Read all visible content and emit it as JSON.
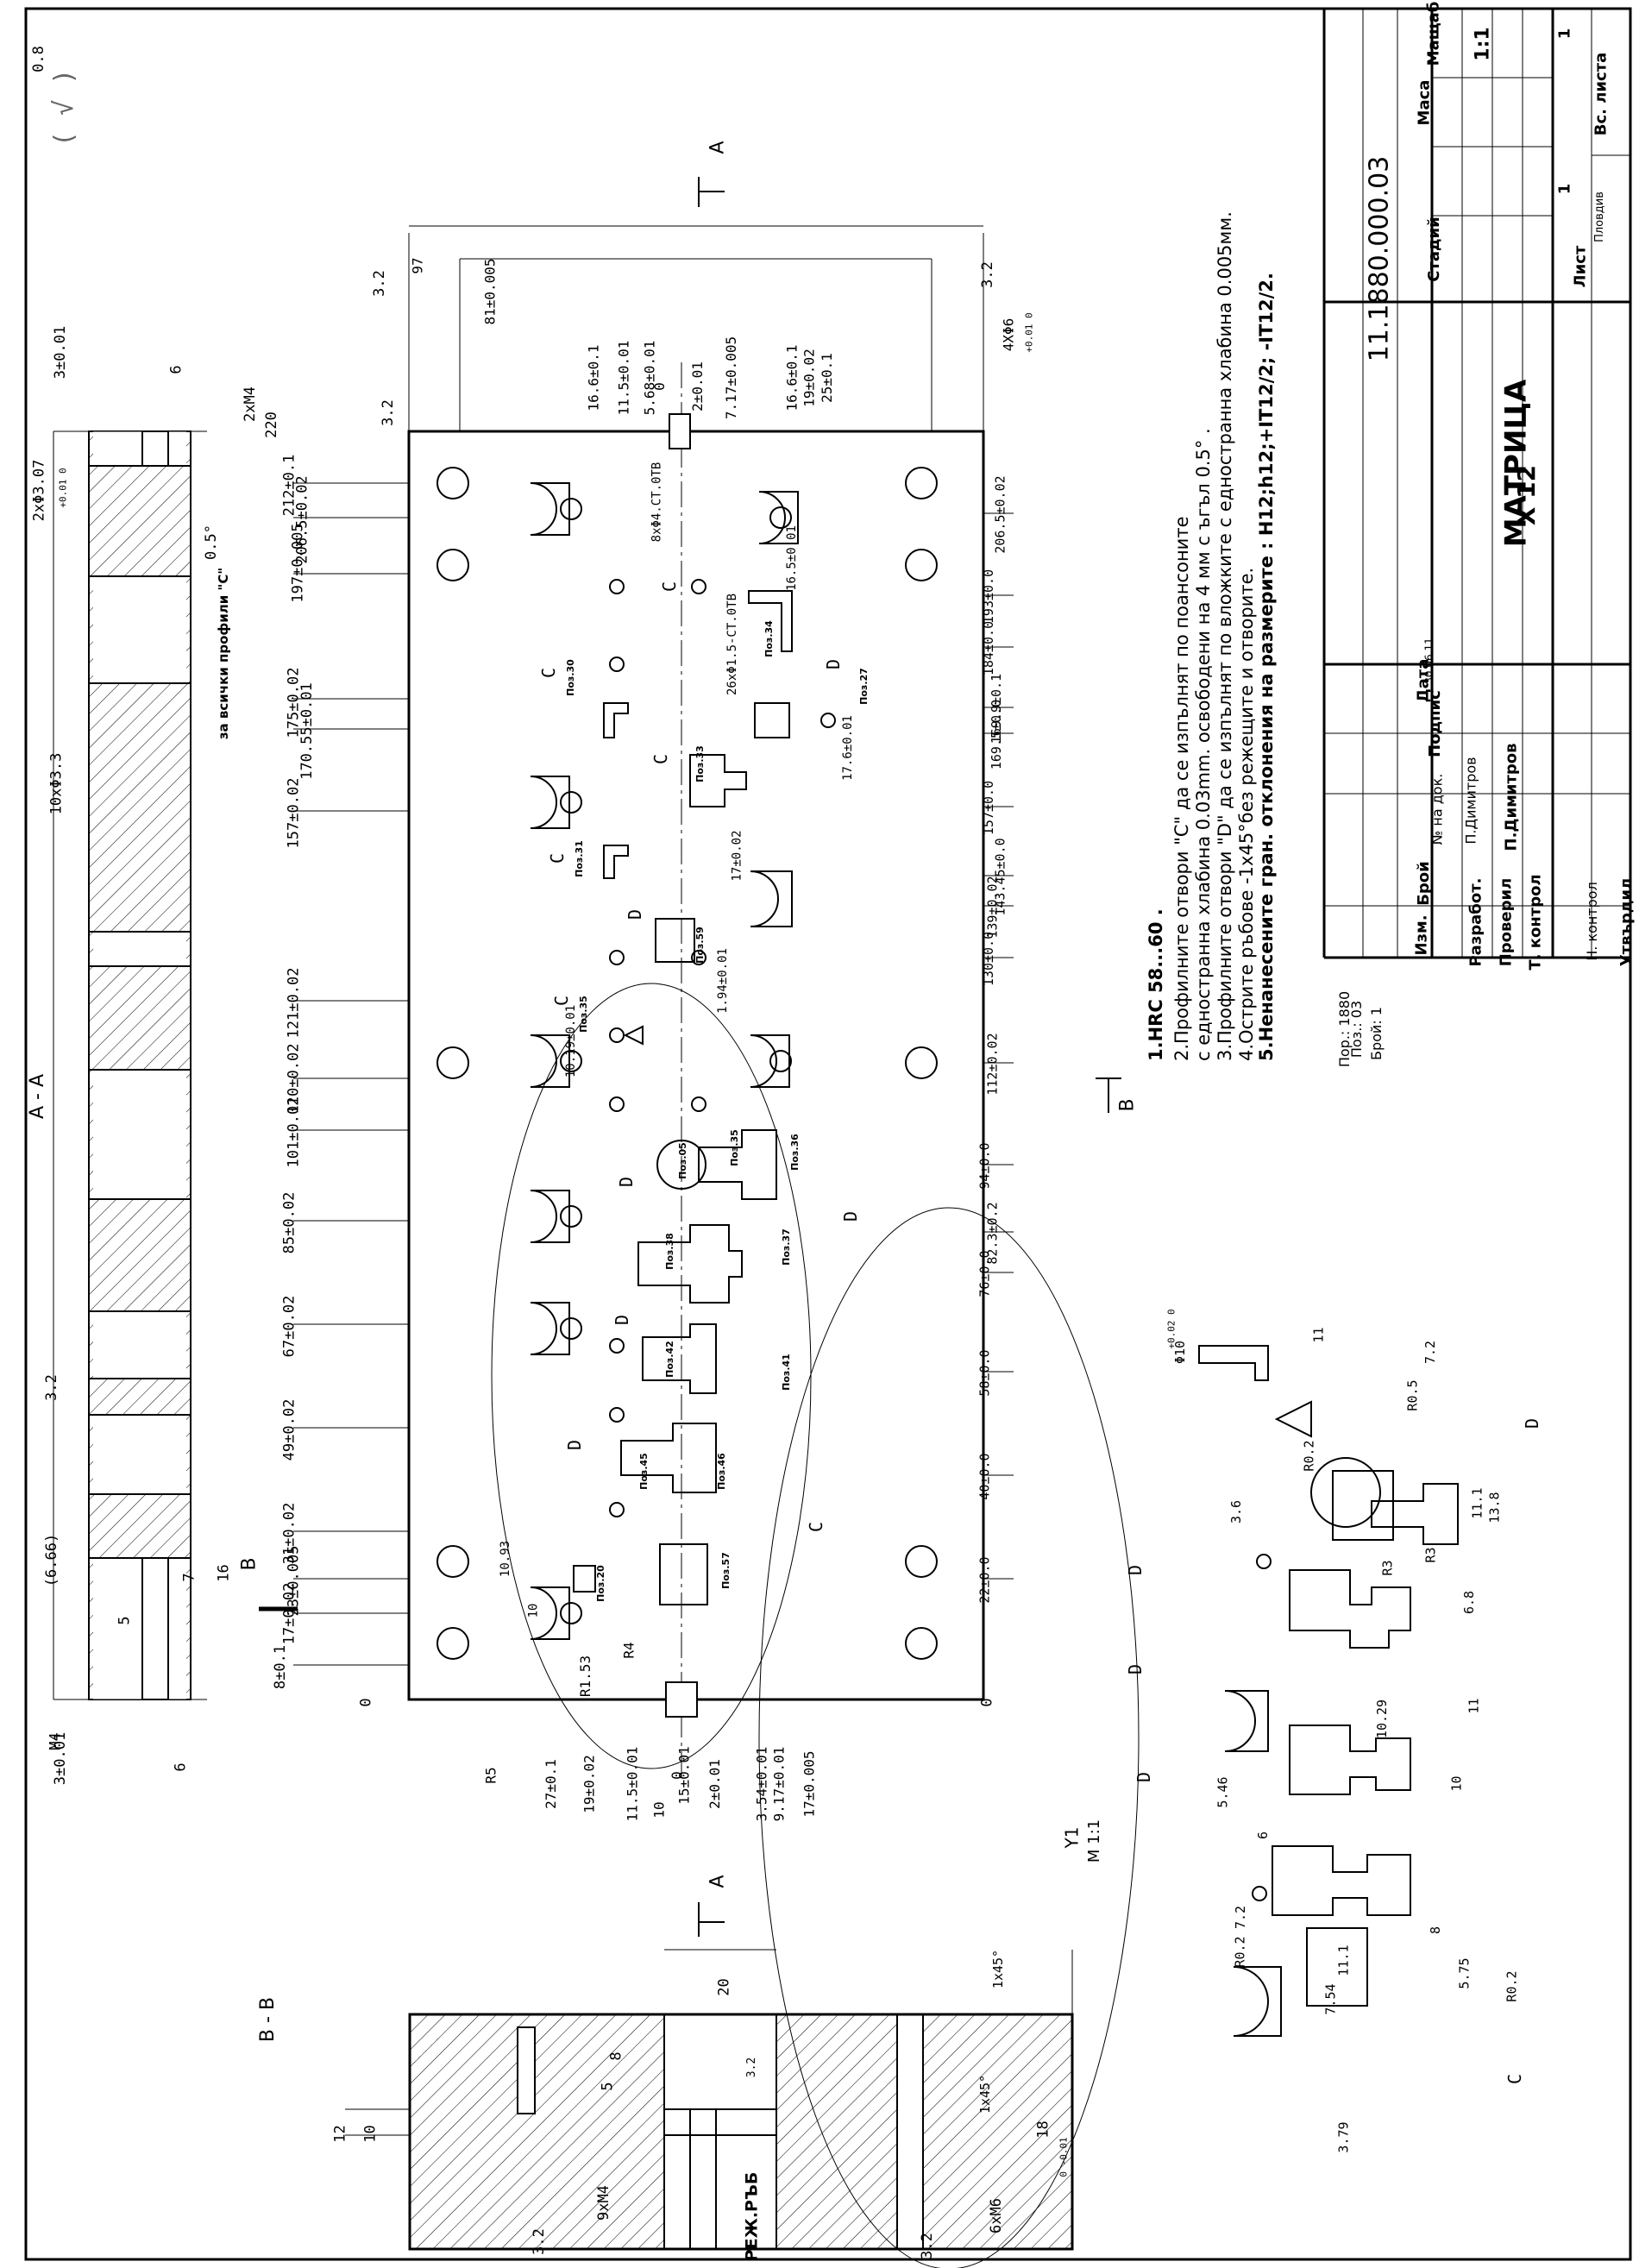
{
  "roughness": {
    "general": "0.8",
    "extra": "( √ )"
  },
  "sections": {
    "aa": "A - A",
    "bb": "B - B",
    "y1": "Y1",
    "y1_scale": "M 1:1",
    "cut_a": "A",
    "cut_b": "B"
  },
  "section_aa_dims": {
    "top_holes": "2xΦ3.07",
    "top_holes_tol": "+0.01 0",
    "angle": "0.5°",
    "all_profiles": "за всички профили \"С\"",
    "ten_holes": "10xΦ3.3",
    "thread_top": "2xM4",
    "dim_3": "3±0.01",
    "dim_3b": "3±0.01",
    "dim_6": "6",
    "dim_6b": "6",
    "rough_32": "3.2",
    "dim_666": "(6.66)",
    "dim_7": "7",
    "dim_16": "16",
    "dim_5": "5",
    "thread_bottom": "M4"
  },
  "plate_dims_right": [
    "212±0.1",
    "206.5±0.02",
    "197±0.005",
    "175±0.02",
    "170.55±0.01",
    "157±0.02",
    "121±0.02",
    "110±0.02",
    "101±0.02",
    "85±0.02",
    "67±0.02",
    "49±0.02",
    "31±0.02",
    "23±0.005",
    "17±0.02",
    "8±0.1",
    "220"
  ],
  "plate_dims_left": [
    "206.5±0.02",
    "193±0.0",
    "184±0.0",
    "169.9±0.1",
    "169.5±0.0",
    "157±0.0",
    "143.45±0.0",
    "139±0.02",
    "130±0.0",
    "112±0.02",
    "94±0.0",
    "82.3±0.2",
    "76±0.0",
    "58±0.0",
    "40±0.0",
    "22±0.0"
  ],
  "plate_dims_top": [
    "97",
    "81±0.005",
    "16.6±0.1",
    "11.5±0.01",
    "5.68±0.01",
    "0",
    "2±0.01",
    "7.17±0.005",
    "16.6±0.1",
    "19±0.02",
    "25±0.1",
    "4XΦ6",
    "+0.01 0"
  ],
  "plate_dims_bottom": [
    "R5",
    "27±0.1",
    "19±0.02",
    "11.5±0.01",
    "15±0.01",
    "0",
    "2±0.01",
    "3.54±0.01",
    "9.17±0.01",
    "17±0.005",
    "10",
    "R1.53",
    "R4"
  ],
  "plate_misc": {
    "d_165": "16.5±0.01",
    "d_176": "17.6±0.01",
    "d_17": "17±0.02",
    "d_194": "1.94±0.01",
    "d_1019": "10.19±0.01",
    "d_1093": "10.93",
    "d_10": "10",
    "holes_8": "8xΦ4.CT.0TB",
    "holes_26": "26xΦ1.5-CT.0TB",
    "r32": "3.2",
    "zero": "0",
    "rough_32": "3.2"
  },
  "labels": {
    "C": "C",
    "D": "D",
    "pos": [
      "Поз.30",
      "Поз.31",
      "Поз.33",
      "Поз.34",
      "Поз.27",
      "Поз.59",
      "Поз.35",
      "Поз.05",
      "Поз.35",
      "Поз.36",
      "Поз.38",
      "Поз.37",
      "Поз.42",
      "Поз.41",
      "Поз.45",
      "Поз.46",
      "Поз.57",
      "Поз.20"
    ]
  },
  "detail_y1": {
    "phi10": "Φ10",
    "phi10_tol": "+0.02 0",
    "r02": "R0.2",
    "r05": "R0.5",
    "d_11": "11",
    "d_72": "7.2",
    "d_111": "11.1",
    "d_138": "13.8",
    "d_36": "3.6",
    "r3": "R3",
    "r3b": "R3",
    "d_68": "6.8",
    "d_1029": "10.29",
    "d_11b": "11",
    "d_546": "5.46",
    "d_10": "10",
    "d_6": "6",
    "d_8": "8",
    "d_575": "5.75",
    "d_72b": "7.2",
    "d_111b": "11.1",
    "d_754": "7.54",
    "r02b": "R0.2",
    "r02c": "R0.2",
    "d_379": "3.79"
  },
  "section_bb": {
    "d_20": "20",
    "d_12": "12",
    "d_10": "10",
    "d_8": "8",
    "d_5": "5",
    "rough": "3.2",
    "cham1": "1x45°",
    "cham2": "1x45°",
    "thick": "18",
    "thick_tol": "0 -0.01",
    "thread1": "9xM4",
    "thread2": "6xM6",
    "edge": "РЕЖ.РЪБ",
    "rough2": "3.2",
    "rough3": "3.2"
  },
  "notes": [
    "1.HRC 58...60 .",
    "2.Профилните отвори \"С\" да се изпълнят  по поансоните",
    "с едностранна хлабина 0.03mm.  освободени на 4 мм с ъгъл 0.5° .",
    "3.Профилните отвори \"D\" да се изпълнят по вложките с едностранна хлабина 0.005мм.",
    "4.Острите ръбове -1x45°без режещите  и отворите.",
    "5.Ненанесените гран. отклонения на размерите : H12;h12;+IT12/2; -IT12/2."
  ],
  "title_block": {
    "order_label": "Пор.: 1880",
    "pos_label": "Поз.: 03",
    "count_label": "Брой: 1",
    "drawing_no": "11.1880.000.03",
    "part_name": "МАТРИЦА",
    "material": "X 12",
    "city": "Пловдив",
    "stage_h": "Стадий",
    "mass_h": "Маса",
    "scale_h": "Мащаб",
    "scale": "1:1",
    "sheet_h": "Лист",
    "sheet": "1",
    "sheets_h": "Вс. листа",
    "sheets": "1",
    "col_change": "Изм.",
    "col_count": "Брой",
    "col_doc": "№ на док.",
    "col_sign": "Подпис",
    "col_date": "Дата",
    "row_dev": "Разработ.",
    "row_check": "Проверил",
    "row_tcontrol": "Т. контрол",
    "row_ncontrol": "Н. контрол",
    "row_approve": "Утвърдил",
    "dev_name": "П.Димитров",
    "check_name": "П.Димитров",
    "date": "30.06.11"
  }
}
